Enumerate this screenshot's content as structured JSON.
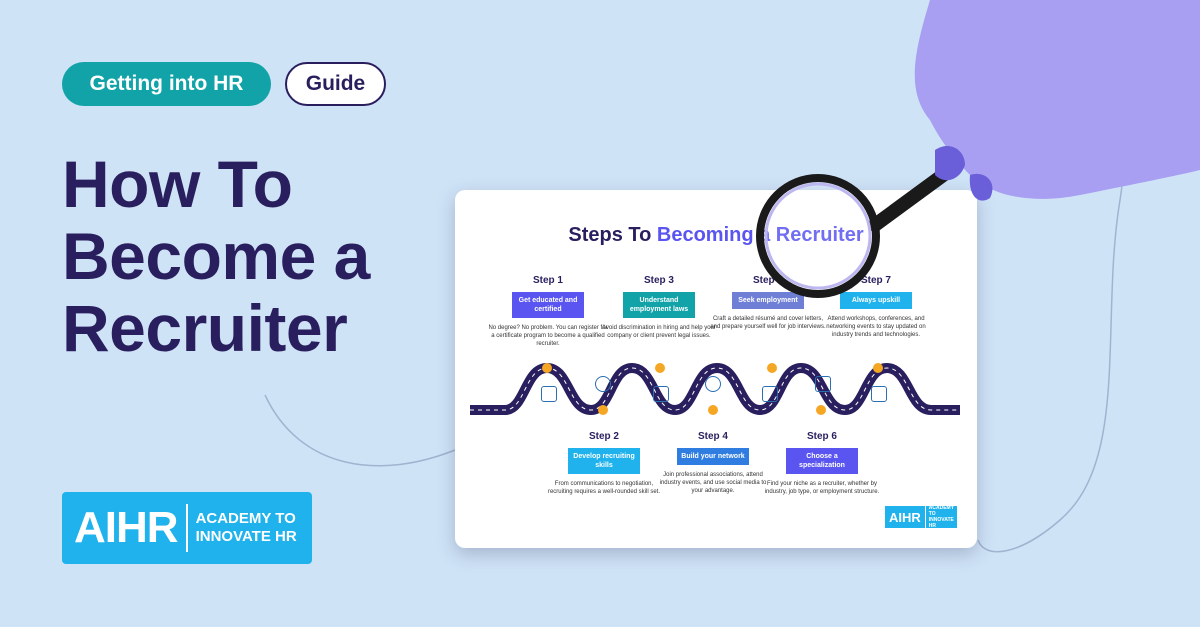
{
  "tags": {
    "topic": "Getting into HR",
    "type": "Guide"
  },
  "headline": {
    "line1": "How To",
    "line2": "Become a",
    "line3": "Recruiter"
  },
  "logo": {
    "mark": "AIHR",
    "line1": "ACADEMY TO",
    "line2": "INNOVATE HR"
  },
  "infographic": {
    "title_prefix": "Steps To ",
    "title_highlight": "Becoming a Recruiter",
    "steps": [
      {
        "label": "Step 1",
        "title": "Get educated and certified",
        "desc": "No degree? No problem. You can register for a certificate program to become a qualified recruiter."
      },
      {
        "label": "Step 2",
        "title": "Develop recruiting skills",
        "desc": "From communications to negotiation, recruiting requires a well-rounded skill set."
      },
      {
        "label": "Step 3",
        "title": "Understand employment laws",
        "desc": "Avoid discrimination in hiring and help your company or client prevent legal issues."
      },
      {
        "label": "Step 4",
        "title": "Build your network",
        "desc": "Join professional associations, attend industry events, and use social media to your advantage."
      },
      {
        "label": "Step 5",
        "title": "Seek employment",
        "desc": "Craft a detailed résumé and cover letters, and prepare yourself well for job interviews."
      },
      {
        "label": "Step 6",
        "title": "Choose a specialization",
        "desc": "Find your niche as a recruiter, whether by industry, job type, or employment structure."
      },
      {
        "label": "Step 7",
        "title": "Always upskill",
        "desc": "Attend workshops, conferences, and networking events to stay updated on industry trends and technologies."
      }
    ],
    "mini_logo": {
      "mark": "AIHR",
      "line1": "ACADEMY TO",
      "line2": "INNOVATE HR"
    }
  },
  "colors": {
    "background": "#cfe3f7",
    "navy": "#2a1f5e",
    "teal": "#11a3a8",
    "blue": "#1fb2ec",
    "purple": "#5a55f0",
    "hand": "#a89ef2"
  },
  "icons": [
    "certificate-icon",
    "skills-icon",
    "law-icon",
    "network-icon",
    "resume-icon",
    "specialization-icon",
    "upskill-icon"
  ]
}
